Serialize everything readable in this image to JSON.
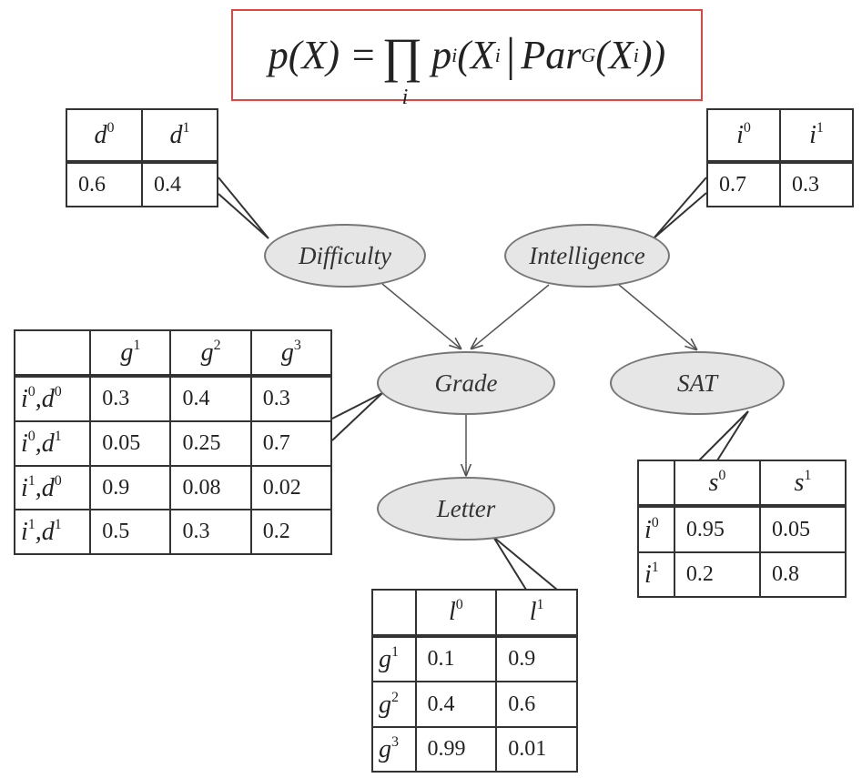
{
  "formula": {
    "lhs": "p(X) =",
    "product": "∏",
    "product_index": "i",
    "p": "p",
    "p_sub": "i",
    "x_open": "(X",
    "x_sub": "i",
    "bar": "|",
    "par": "Par",
    "par_sub": "G",
    "x2_open": "(X",
    "x2_sub": "i",
    "close": "))",
    "border_color": "#e0463f"
  },
  "nodes": {
    "difficulty": "Difficulty",
    "intelligence": "Intelligence",
    "grade": "Grade",
    "sat": "SAT",
    "letter": "Letter"
  },
  "tables": {
    "difficulty": {
      "columns": [
        {
          "base": "d",
          "sup": "0"
        },
        {
          "base": "d",
          "sup": "1"
        }
      ],
      "rows": [
        {
          "label": [],
          "values": [
            "0.6",
            "0.4"
          ]
        }
      ]
    },
    "intelligence": {
      "columns": [
        {
          "base": "i",
          "sup": "0"
        },
        {
          "base": "i",
          "sup": "1"
        }
      ],
      "rows": [
        {
          "label": [],
          "values": [
            "0.7",
            "0.3"
          ]
        }
      ]
    },
    "grade": {
      "columns": [
        {
          "base": "g",
          "sup": "1"
        },
        {
          "base": "g",
          "sup": "2"
        },
        {
          "base": "g",
          "sup": "3"
        }
      ],
      "rows": [
        {
          "label": [
            {
              "base": "i",
              "sup": "0"
            },
            {
              "base": "d",
              "sup": "0"
            }
          ],
          "values": [
            "0.3",
            "0.4",
            "0.3"
          ]
        },
        {
          "label": [
            {
              "base": "i",
              "sup": "0"
            },
            {
              "base": "d",
              "sup": "1"
            }
          ],
          "values": [
            "0.05",
            "0.25",
            "0.7"
          ]
        },
        {
          "label": [
            {
              "base": "i",
              "sup": "1"
            },
            {
              "base": "d",
              "sup": "0"
            }
          ],
          "values": [
            "0.9",
            "0.08",
            "0.02"
          ]
        },
        {
          "label": [
            {
              "base": "i",
              "sup": "1"
            },
            {
              "base": "d",
              "sup": "1"
            }
          ],
          "values": [
            "0.5",
            "0.3",
            "0.2"
          ]
        }
      ]
    },
    "sat": {
      "columns": [
        {
          "base": "s",
          "sup": "0"
        },
        {
          "base": "s",
          "sup": "1"
        }
      ],
      "rows": [
        {
          "label": [
            {
              "base": "i",
              "sup": "0"
            }
          ],
          "values": [
            "0.95",
            "0.05"
          ]
        },
        {
          "label": [
            {
              "base": "i",
              "sup": "1"
            }
          ],
          "values": [
            "0.2",
            "0.8"
          ]
        }
      ]
    },
    "letter": {
      "columns": [
        {
          "base": "l",
          "sup": "0"
        },
        {
          "base": "l",
          "sup": "1"
        }
      ],
      "rows": [
        {
          "label": [
            {
              "base": "g",
              "sup": "1"
            }
          ],
          "values": [
            "0.1",
            "0.9"
          ]
        },
        {
          "label": [
            {
              "base": "g",
              "sup": "2"
            }
          ],
          "values": [
            "0.4",
            "0.6"
          ]
        },
        {
          "label": [
            {
              "base": "g",
              "sup": "3"
            }
          ],
          "values": [
            "0.99",
            "0.01"
          ]
        }
      ]
    }
  }
}
